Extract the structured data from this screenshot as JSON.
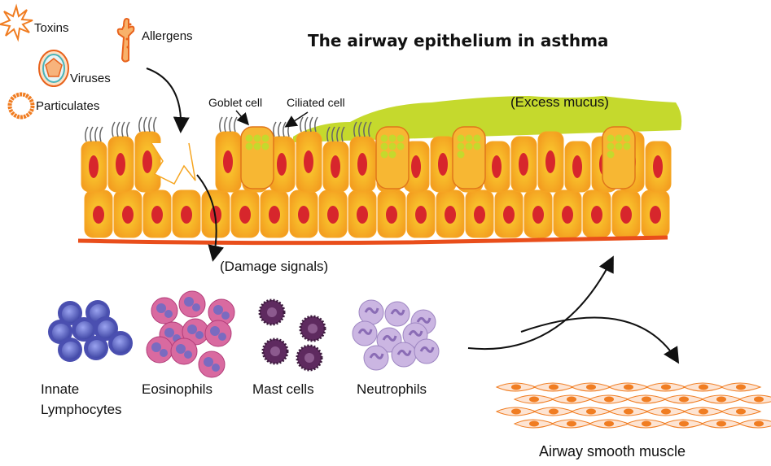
{
  "title": "The airway epithelium in asthma",
  "triggers": {
    "toxins": "Toxins",
    "allergens": "Allergens",
    "viruses": "Viruses",
    "particulates": "Particulates"
  },
  "epithelium": {
    "goblet_cell": "Goblet cell",
    "ciliated_cell": "Ciliated cell",
    "excess_mucus": "(Excess mucus)",
    "damage_signals": "(Damage signals)"
  },
  "immune_cells": {
    "innate_lymphocytes_line1": "Innate",
    "innate_lymphocytes_line2": "Lymphocytes",
    "eosinophils": "Eosinophils",
    "mast_cells": "Mast cells",
    "neutrophils": "Neutrophils"
  },
  "smooth_muscle": "Airway smooth muscle",
  "colors": {
    "cell_orange": "#f6a623",
    "cell_yellow": "#fbd232",
    "nucleus_red": "#d7262c",
    "mucus_green": "#c5d92d",
    "basement": "#e94e1b",
    "lymphocyte": "#4a4fb0",
    "eosinophil": "#d96aa0",
    "mast": "#5e2a5f",
    "neutrophil": "#b49bd0",
    "muscle_nucleus": "#f07d22"
  }
}
